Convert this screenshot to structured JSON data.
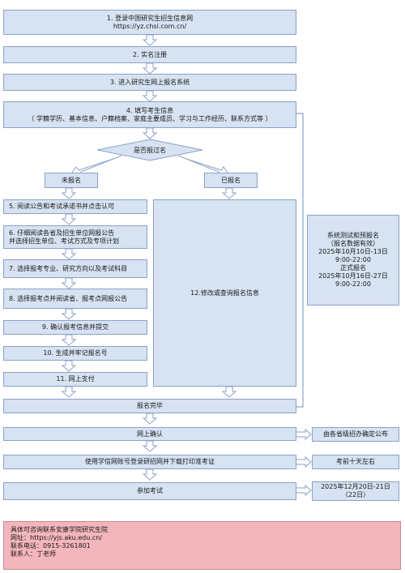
{
  "steps": {
    "s1": {
      "line1": "1. 登录中国研究生招生信息网",
      "line2": "https://yz.chsi.com.cn/"
    },
    "s2": "2. 实名注册",
    "s3": "3. 进入研究生网上报名系统",
    "s4": {
      "line1": "4. 填写考生信息",
      "line2": "（ 学籍学历、基本信息、户籍档案、家庭主要成员、学习与工作经历、联系方式等 ）"
    },
    "decision": "是否报过名",
    "not_registered": "未报名",
    "registered": "已报名",
    "s5": "5. 阅读公告和考试承诺书并点击认可",
    "s6": {
      "line1": "6. 仔细阅读各省及招生单位网报公告",
      "line2": "并选择招生单位、考试方式及专项计划"
    },
    "s7": "7. 选择报考专业、研究方向以及考试科目",
    "s8": "8. 选择报考点并阅读省、报考点网报公告",
    "s9": "9. 确认报考信息并提交",
    "s10": "10. 生成并牢记报名号",
    "s11": "11. 网上支付",
    "s12": "12.修改或查询报名信息",
    "complete": "报名完毕",
    "confirm": "网上确认",
    "print": "使用学信网账号登录研招网并下载打印准考证",
    "exam": "参加考试"
  },
  "side": {
    "schedule": {
      "line1": "系统测试和预报名",
      "line2": "（报名数据有效）",
      "line3": "2025年10月10日-13日",
      "line4": "9:00-22:00",
      "line5": "正式报名",
      "line6": "2025年10月16日-27日",
      "line7": "9:00-22:00"
    },
    "confirm_note": "由各省级招办确定公布",
    "print_note": "考前十天左右",
    "exam_date": {
      "line1": "2025年12月20日-21日",
      "line2": "（22日）"
    }
  },
  "contact": {
    "line1": "具体可咨询联系安康学院研究生院",
    "line2": "网址：https://yjs.aku.edu.cn/",
    "line3": "联系电话：0915-3261801",
    "line4": "联系人：丁老师"
  },
  "colors": {
    "box_fill": "#d7e2f2",
    "box_border": "#8aa2c8",
    "contact_fill": "#f4b6bd"
  }
}
